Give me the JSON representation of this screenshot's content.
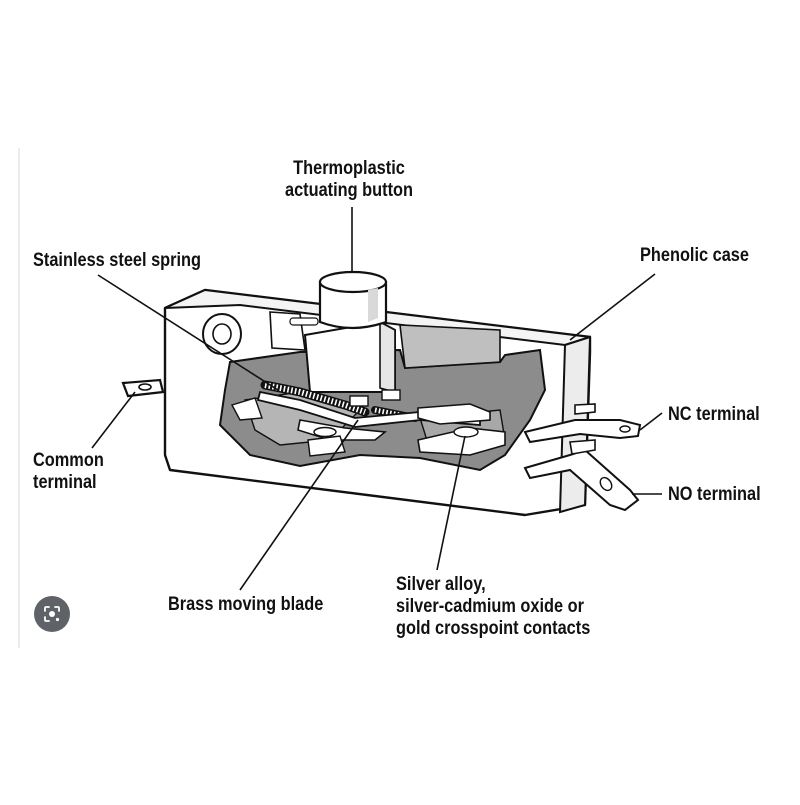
{
  "labels": {
    "actuating_button": [
      "Thermoplastic",
      "actuating button"
    ],
    "spring": "Stainless steel spring",
    "case": "Phenolic case",
    "nc_terminal": "NC terminal",
    "no_terminal": "NO terminal",
    "common_terminal": [
      "Common",
      "terminal"
    ],
    "blade": "Brass moving blade",
    "contacts": [
      "Silver alloy,",
      "silver-cadmium oxide or",
      "gold crosspoint contacts"
    ]
  },
  "overlay": {
    "icon": "image-search-icon"
  }
}
